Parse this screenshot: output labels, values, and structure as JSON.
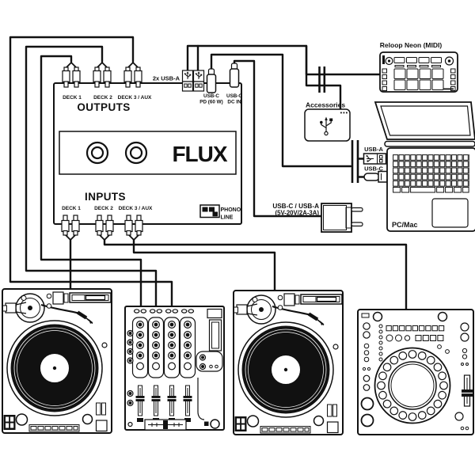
{
  "flux": {
    "brand": "FLUX",
    "outputs_label": "OUTPUTS",
    "inputs_label": "INPUTS",
    "output_decks": [
      "DECK 1",
      "DECK 2",
      "DECK 3 / AUX"
    ],
    "input_decks": [
      "DECK 1",
      "DECK 2",
      "DECK 3 / AUX"
    ],
    "usb_ports_label": "2x USB-A",
    "pd_line1": "USB-C",
    "pd_line2": "PD (60 W)",
    "dc_line1": "USB-C",
    "dc_line2": "DC IN",
    "phono_label": "PHONO",
    "line_label": "LINE"
  },
  "midi_controller": {
    "label": "Reloop Neon (MIDI)"
  },
  "accessories": {
    "label": "Accessories"
  },
  "laptop": {
    "label": "PC/Mac",
    "usb_a_label": "USB-A",
    "usb_c_label": "USB-C"
  },
  "power_adapter": {
    "line1": "USB-C / USB-A",
    "line2": "(5V-20V/2A-3A)"
  },
  "colors": {
    "ink": "#111111",
    "background": "#ffffff"
  }
}
